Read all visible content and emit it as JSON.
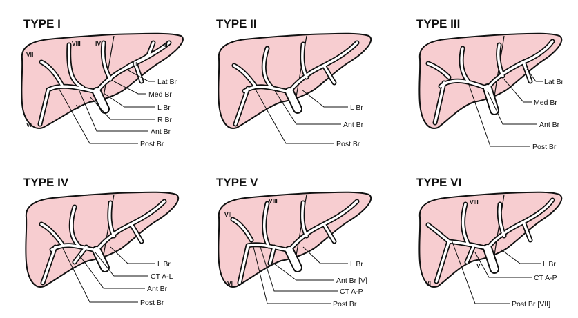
{
  "colors": {
    "liver": "#f7cdd0",
    "outline": "#111111",
    "vessel": "#ffffff"
  },
  "panels": [
    {
      "title": "TYPE I",
      "labels": [
        "Lat Br",
        "Med Br",
        "L Br",
        "R Br",
        "Ant Br",
        "Post Br"
      ],
      "segments": [
        "VII",
        "VIII",
        "IV",
        "II",
        "III",
        "VI",
        "V"
      ]
    },
    {
      "title": "TYPE II",
      "labels": [
        "L Br",
        "Ant Br",
        "Post Br"
      ],
      "segments": []
    },
    {
      "title": "TYPE III",
      "labels": [
        "Lat Br",
        "Med Br",
        "Ant Br",
        "Post Br"
      ],
      "segments": []
    },
    {
      "title": "TYPE IV",
      "labels": [
        "L Br",
        "CT A-L",
        "Ant Br",
        "Post Br"
      ],
      "segments": []
    },
    {
      "title": "TYPE V",
      "labels": [
        "L Br",
        "Ant Br [V]",
        "CT A-P",
        "Post Br"
      ],
      "segments": [
        "VIII",
        "VII",
        "VI"
      ]
    },
    {
      "title": "TYPE VI",
      "labels": [
        "L Br",
        "CT A-P",
        "Post Br [VII]"
      ],
      "segments": [
        "VIII",
        "VI",
        "V"
      ]
    }
  ]
}
